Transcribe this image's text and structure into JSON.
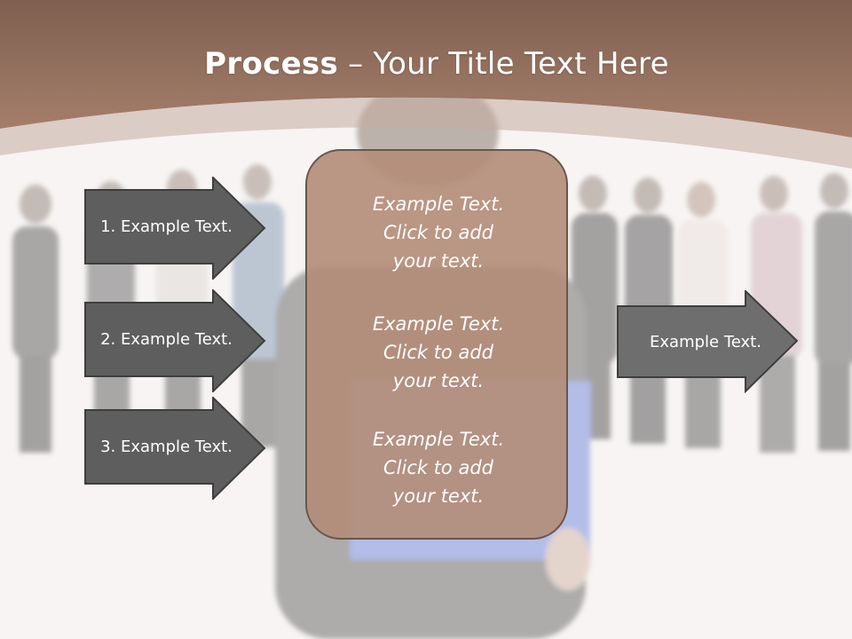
{
  "title": {
    "bold": "Process",
    "rest": " – Your Title Text Here"
  },
  "left_arrows": [
    {
      "label": "1. Example Text."
    },
    {
      "label": "2. Example Text."
    },
    {
      "label": "3. Example Text."
    }
  ],
  "center_box": {
    "items": [
      {
        "line1": "Example Text.",
        "line2": "Click  to add",
        "line3": "your text."
      },
      {
        "line1": "Example Text.",
        "line2": "Click  to add",
        "line3": "your text."
      },
      {
        "line1": "Example Text.",
        "line2": "Click  to add",
        "line3": "your text."
      }
    ]
  },
  "right_arrow": {
    "label": "Example Text."
  },
  "colors": {
    "header_brown": "#8e6a59",
    "arrow_dark": "#5d5d5d",
    "arrow_medium": "#6e6e6e",
    "box_fill": "#b28c78",
    "box_border": "#6b5548"
  }
}
